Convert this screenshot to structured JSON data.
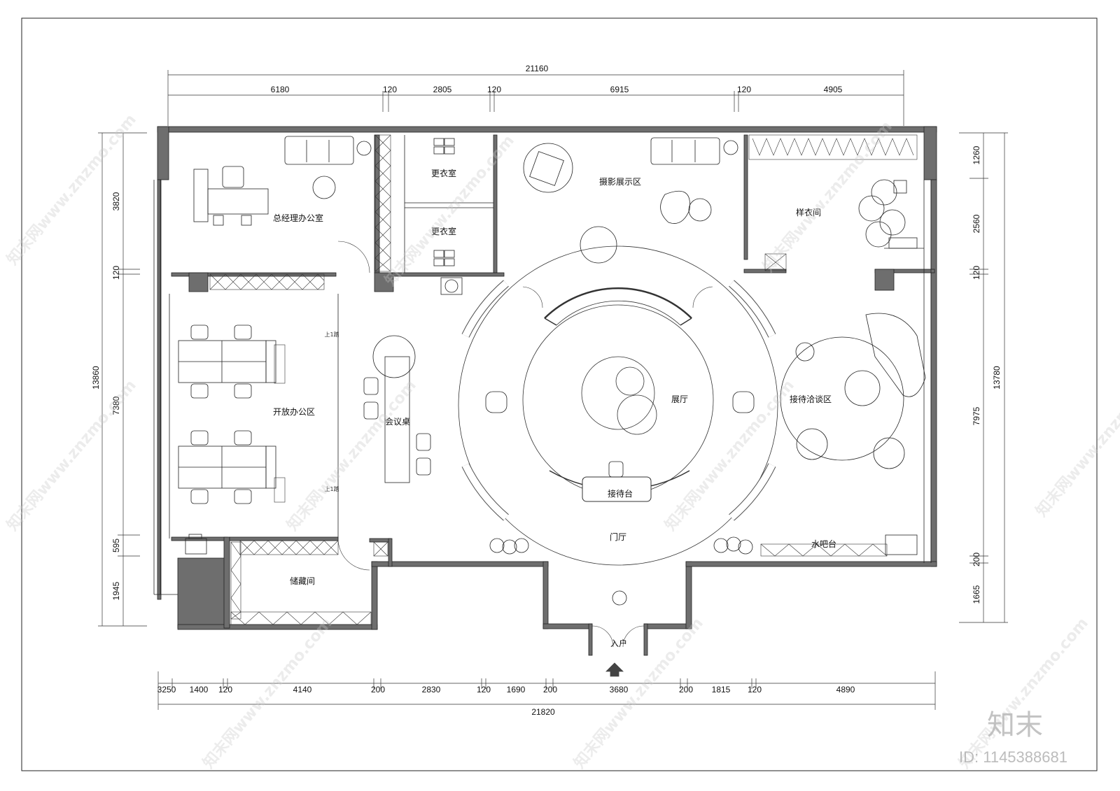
{
  "dimensions": {
    "top_total": "21160",
    "top_segments": [
      "6180",
      "120",
      "2805",
      "120",
      "6915",
      "120",
      "4905"
    ],
    "bottom_total": "21820",
    "bottom_segments": [
      "3250",
      "1400",
      "120",
      "4140",
      "200",
      "2830",
      "120",
      "1690",
      "200",
      "3680",
      "200",
      "1815",
      "120",
      "4890"
    ],
    "left_total": "13860",
    "left_segments": [
      "3820",
      "120",
      "7380",
      "595",
      "1945"
    ],
    "right_total": "13780",
    "right_segments": [
      "1260",
      "2560",
      "120",
      "7975",
      "200",
      "1665"
    ]
  },
  "rooms": {
    "gm_office": "总经理办公室",
    "changing_1": "更衣室",
    "changing_2": "更衣室",
    "photo_area": "摄影展示区",
    "sample_room": "样衣间",
    "open_office": "开放办公区",
    "meeting_table": "会议桌",
    "exhibition_hall": "展厅",
    "reception_area": "接待洽谈区",
    "reception_desk": "接待台",
    "foyer": "门厅",
    "storage": "储藏间",
    "water_bar": "水吧台",
    "entrance": "入户"
  },
  "annotations": {
    "step_up_1": "上1踏",
    "step_up_2": "上1踏"
  },
  "watermarks": {
    "site": "知末网www.znzmo.com",
    "brand": "知末",
    "id": "ID: 1145388681"
  },
  "colors": {
    "wall": "#6e6e6e",
    "line": "#222222",
    "watermark": "#c8c8c8"
  }
}
